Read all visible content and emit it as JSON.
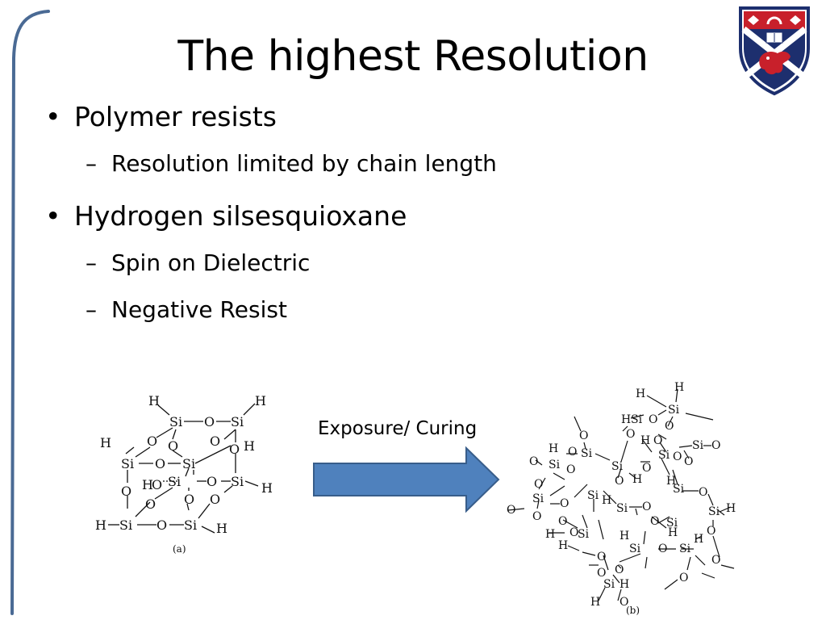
{
  "slide": {
    "title": "The highest Resolution",
    "bullets": [
      {
        "text": "Polymer resists",
        "subs": [
          "Resolution limited by chain length"
        ]
      },
      {
        "text": "Hydrogen silsesquioxane",
        "subs": [
          "Spin on Dielectric",
          "Negative Resist"
        ]
      }
    ],
    "bullet_marker": "•",
    "sub_marker": "–",
    "arrow_label": "Exposure/ Curing"
  },
  "figure_a": {
    "caption": "(a)",
    "labels": {
      "H": "H",
      "Si": "Si",
      "O": "O"
    }
  },
  "figure_b": {
    "caption": "(b)",
    "labels": {
      "H": "H",
      "Si": "Si",
      "O": "O"
    }
  },
  "colors": {
    "frame": "#4a6a94",
    "arrow_fill": "#4f81bd",
    "arrow_stroke": "#385d8a",
    "crest_navy": "#1d2f6e",
    "crest_red": "#c8202b",
    "crest_gold": "#e8b321"
  },
  "icons": {
    "crest": "university-crest-icon",
    "arrow": "right-arrow-icon"
  }
}
